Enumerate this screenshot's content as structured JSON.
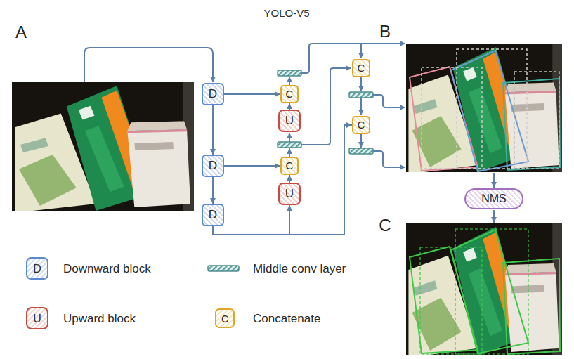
{
  "diagram": {
    "title": "YOLO-V5",
    "nodes": [
      {
        "text": [
          "D"
        ]
      },
      {
        "text": [
          "D"
        ]
      },
      {
        "text": [
          "D"
        ]
      },
      {
        "text": [
          "C"
        ]
      },
      {
        "text": [
          "U"
        ]
      },
      {
        "text": [
          "C"
        ]
      },
      {
        "text": [
          "U"
        ]
      },
      {
        "text": [
          "C"
        ]
      },
      {
        "text": [
          "C"
        ]
      },
      {
        "text": [
          "NMS"
        ]
      }
    ],
    "edges": [
      {
        "from": 0,
        "to": 1,
        "arrow": "to"
      },
      {
        "from": 1,
        "to": 2,
        "arrow": "to"
      },
      {
        "from": 0,
        "to": 3,
        "arrow": "to"
      },
      {
        "from": 4,
        "to": 3,
        "arrow": "to"
      },
      {
        "from": 1,
        "to": 5,
        "arrow": "to"
      },
      {
        "from": 6,
        "to": 5,
        "arrow": "to"
      },
      {
        "from": 2,
        "to": 6,
        "arrow": "to"
      },
      {
        "from": 2,
        "to": 8,
        "arrow": "to"
      }
    ],
    "labels": [
      "A",
      "B",
      "C",
      "D",
      "U",
      "C"
    ],
    "legend": [
      {
        "text": "Downward block"
      },
      {
        "text": "Middle conv layer"
      },
      {
        "text": "Upward block"
      },
      {
        "text": "Concatenate"
      }
    ]
  }
}
